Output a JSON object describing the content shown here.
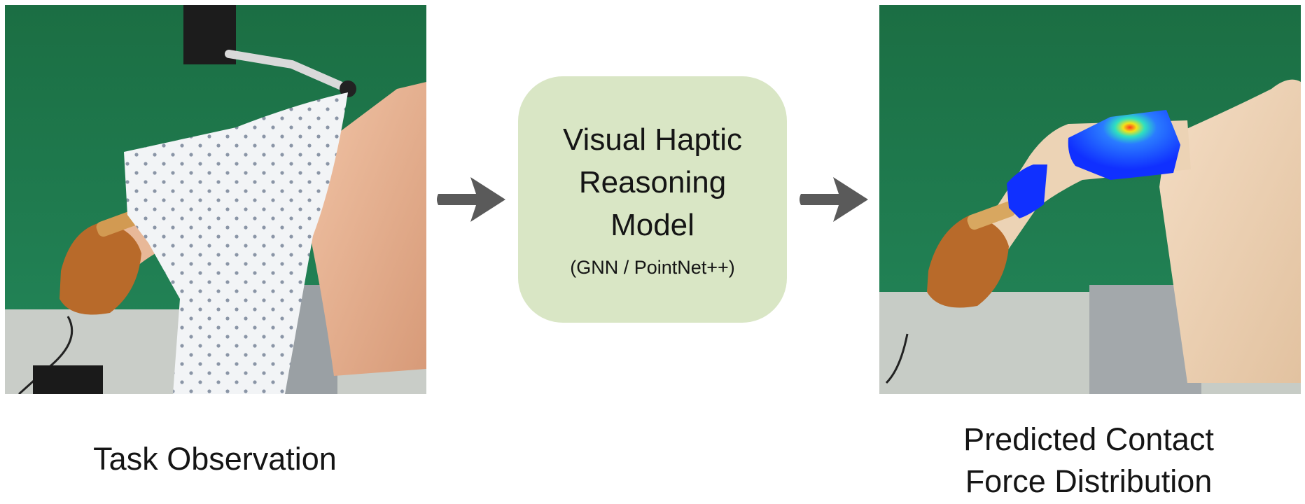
{
  "left_panel": {
    "caption": "Task Observation",
    "background_color": "#1f7a4a"
  },
  "model": {
    "title": "Visual Haptic\nReasoning\nModel",
    "subtitle": "(GNN / PointNet++)",
    "box_color": "#d9e6c5"
  },
  "right_panel": {
    "caption": "Predicted Contact\nForce Distribution",
    "background_color": "#1f7a4a",
    "heatmap_colors": [
      "#1030ff",
      "#2a7bff",
      "#2fe0c0",
      "#f2e21a",
      "#ff3a1a"
    ]
  },
  "arrow_color": "#5a5a5a"
}
